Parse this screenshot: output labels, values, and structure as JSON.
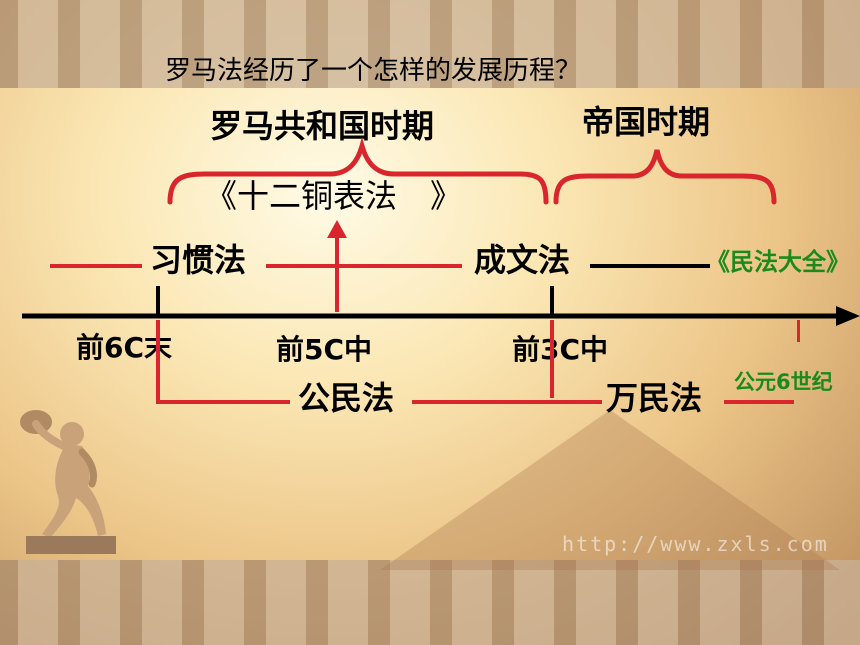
{
  "question": "罗马法经历了一个怎样的发展历程？",
  "periods": {
    "republic": "罗马共和国时期",
    "empire": "帝国时期"
  },
  "law_types": {
    "customary": "习惯法",
    "written": "成文法",
    "twelve_tables": "《十二铜表法",
    "twelve_tables_close": "》",
    "corpus_juris": "《民法大全》",
    "civil": "公民法",
    "gentium": "万民法"
  },
  "times": {
    "late_6c_bc": "前6C末",
    "mid_5c_bc": "前5C中",
    "mid_3c_bc": "前3C中",
    "6c_ad": "公元6世纪"
  },
  "watermark": "http://www.zxls.com",
  "colors": {
    "accent_red": "#d8262c",
    "green_text": "#1b8a1b",
    "axis": "#000000"
  },
  "icons": [
    "discus-thrower-statue"
  ]
}
